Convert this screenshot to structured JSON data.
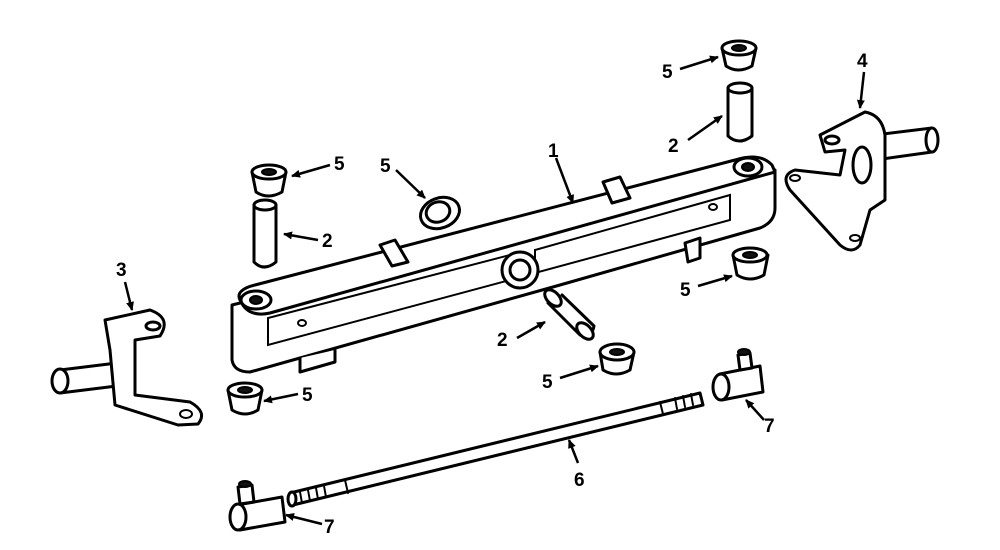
{
  "diagram": {
    "callouts": {
      "beam": "1",
      "pin_left": "2",
      "pin_center": "2",
      "pin_right": "2",
      "bracket_left": "3",
      "bracket_right": "4",
      "bushing_top_left": "5",
      "bushing_center_left": "5",
      "bushing_top_right": "5",
      "bushing_right": "5",
      "bushing_center": "5",
      "bushing_bottom_left": "5",
      "tie_rod": "6",
      "end_right": "7",
      "end_left": "7"
    }
  }
}
